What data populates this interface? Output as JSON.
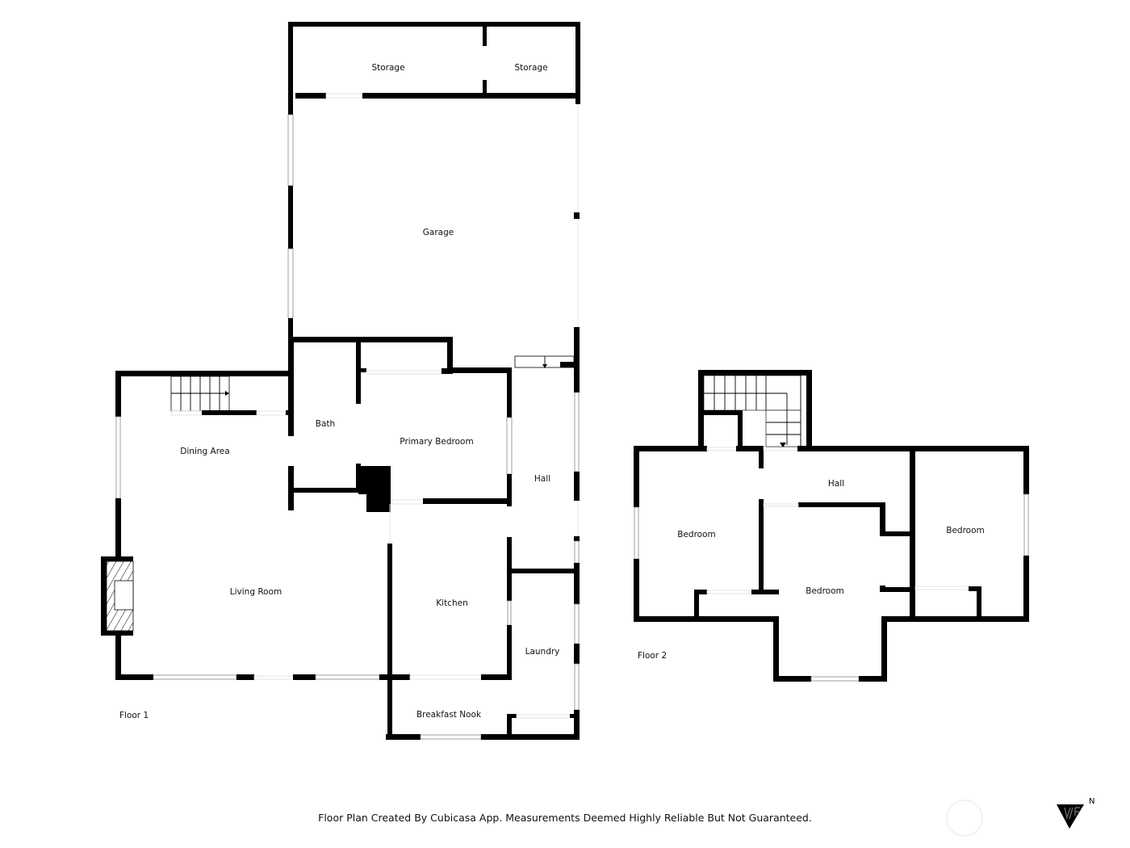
{
  "floors": [
    {
      "label": "Floor 1",
      "rooms": [
        {
          "name": "Storage",
          "id": "storage-1"
        },
        {
          "name": "Storage",
          "id": "storage-2"
        },
        {
          "name": "Garage",
          "id": "garage"
        },
        {
          "name": "Bath",
          "id": "bath"
        },
        {
          "name": "Primary Bedroom",
          "id": "primary-bedroom"
        },
        {
          "name": "Hall",
          "id": "hall-1"
        },
        {
          "name": "Dining Area",
          "id": "dining-area"
        },
        {
          "name": "Living Room",
          "id": "living-room"
        },
        {
          "name": "Kitchen",
          "id": "kitchen"
        },
        {
          "name": "Laundry",
          "id": "laundry"
        },
        {
          "name": "Breakfast Nook",
          "id": "breakfast-nook"
        }
      ]
    },
    {
      "label": "Floor 2",
      "rooms": [
        {
          "name": "Hall",
          "id": "hall-2"
        },
        {
          "name": "Bedroom",
          "id": "bedroom-west"
        },
        {
          "name": "Bedroom",
          "id": "bedroom-center"
        },
        {
          "name": "Bedroom",
          "id": "bedroom-east"
        }
      ]
    }
  ],
  "footer": {
    "disclaimer": "Floor Plan Created By Cubicasa App. Measurements Deemed Highly Reliable But Not Guaranteed."
  },
  "compass": {
    "icon": "north-arrow-icon",
    "direction_label": "N"
  },
  "logo": {
    "icon": "watermark-circle-icon"
  }
}
